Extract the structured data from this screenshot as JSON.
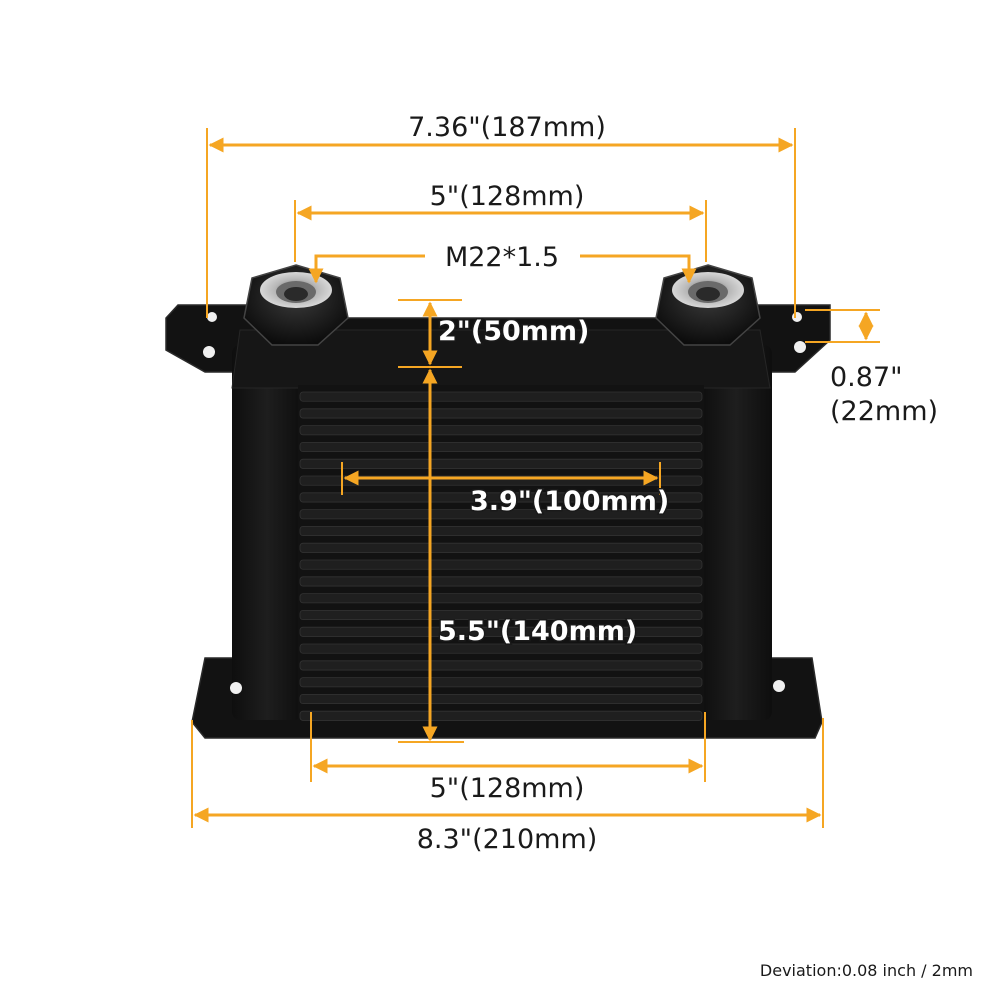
{
  "colors": {
    "dimension": "#f5a623",
    "body": "#141414",
    "fin": "#1f1f1f",
    "background": "#ffffff"
  },
  "labels": {
    "overall_top_width": "7.36\"(187mm)",
    "port_span_top": "5\"(128mm)",
    "thread": "M22*1.5",
    "top_tank_height": "2\"(50mm)",
    "flange_height_line1": "0.87\"",
    "flange_height_line2": "(22mm)",
    "core_width": "3.9\"(100mm)",
    "core_height": "5.5\"(140mm)",
    "bottom_core_width": "5\"(128mm)",
    "overall_bottom_width": "8.3\"(210mm)",
    "deviation": "Deviation:0.08 inch / 2mm"
  }
}
